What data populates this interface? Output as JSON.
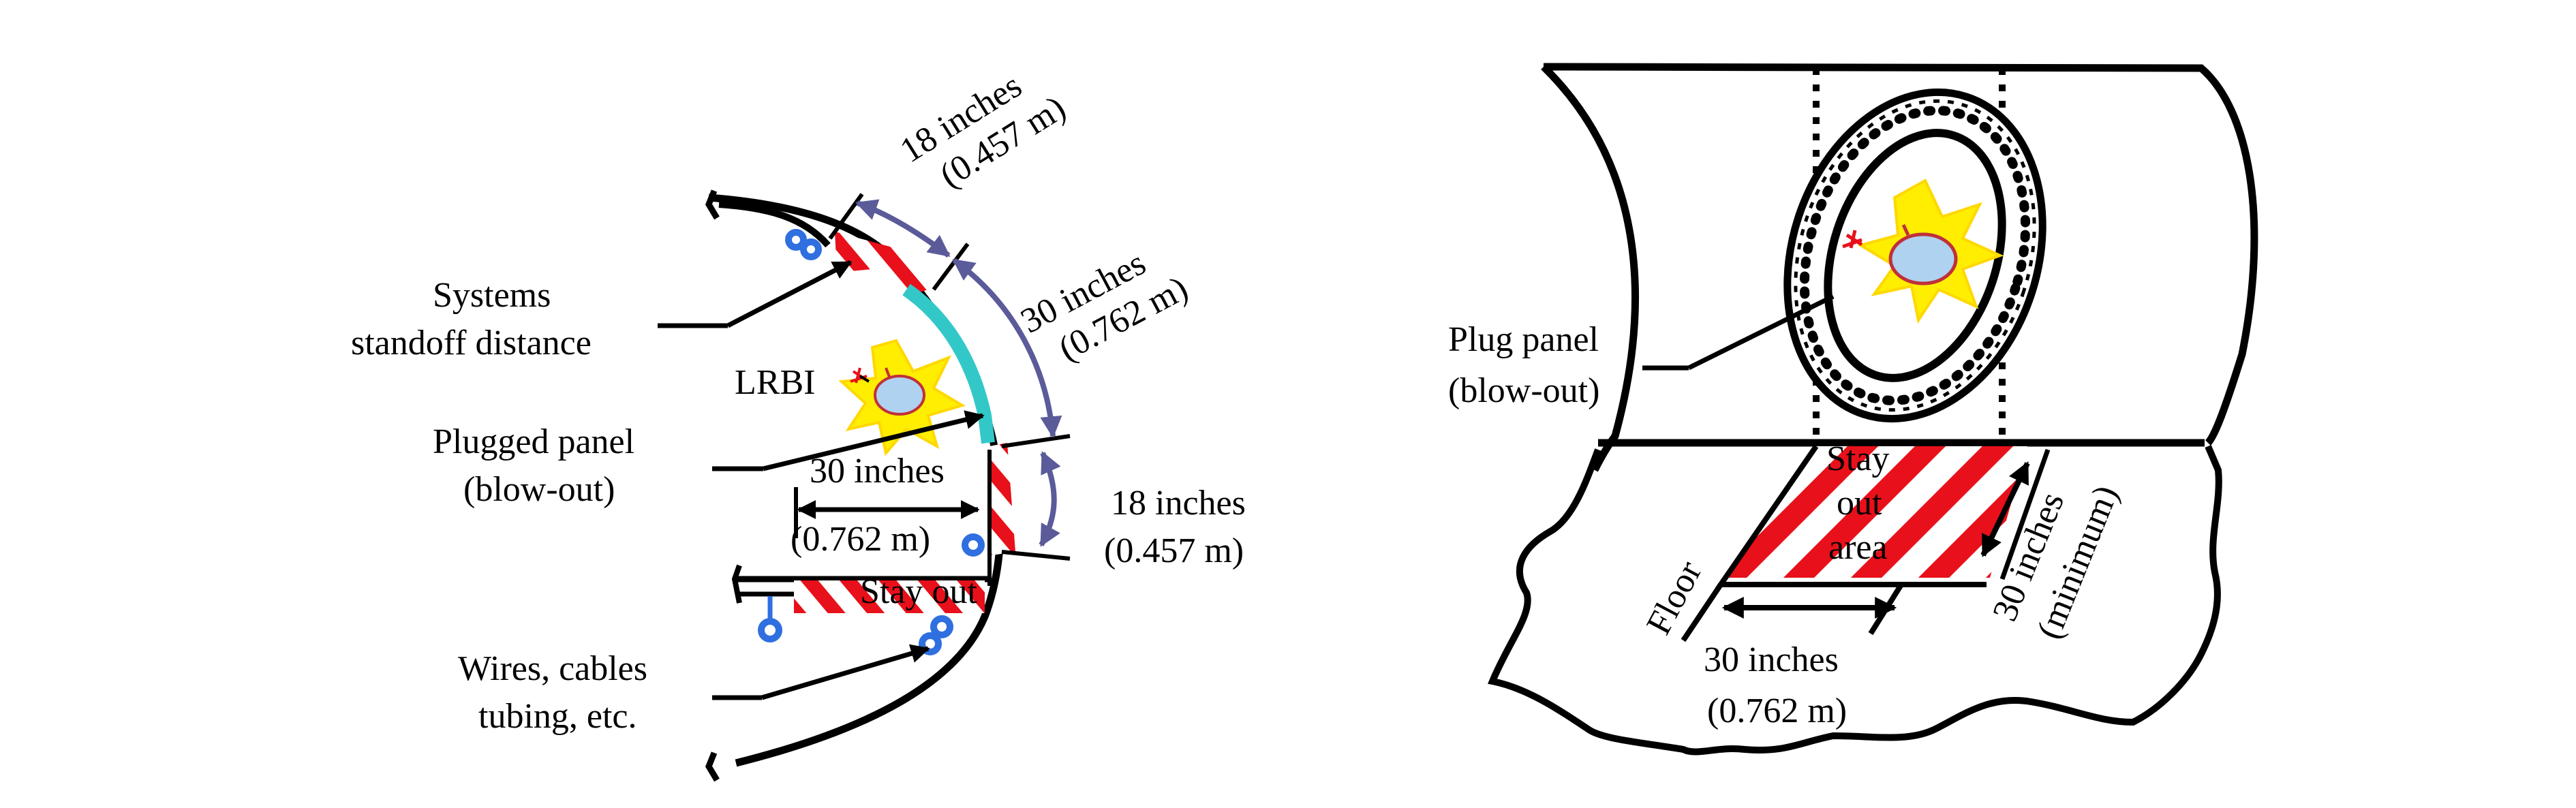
{
  "left_figure": {
    "label_18_top_line1": "18 inches",
    "label_18_top_line2": "(0.457 m)",
    "label_30_arc_line1": "30 inches",
    "label_30_arc_line2": "(0.762 m)",
    "label_18_right_line1": "18 inches",
    "label_18_right_line2": "(0.457 m)",
    "systems_line1": "Systems",
    "systems_line2": "standoff distance",
    "lrbi": "LRBI",
    "plugged_line1": "Plugged panel",
    "plugged_line2": "(blow-out)",
    "inner_30_line1": "30 inches",
    "inner_30_line2": "(0.762 m)",
    "stay_out": "Stay out",
    "wires_line1": "Wires, cables",
    "wires_line2": "tubing, etc."
  },
  "right_figure": {
    "plug_line1": "Plug panel",
    "plug_line2": "(blow-out)",
    "stay_line1": "Stay",
    "stay_line2": "out",
    "stay_line3": "area",
    "floor": "Floor",
    "bottom_line1": "30 inches",
    "bottom_line2": "(0.762 m)",
    "diag_line1": "30 inches",
    "diag_line2": "(minimum)"
  },
  "colors": {
    "stroke": "#000000",
    "arrow_blue": "#5b5b9a",
    "hatch_red": "#e8101a",
    "attach_blue": "#2f6fe0",
    "insulation_cyan": "#33c8c8",
    "burst_yellow": "#ffee00",
    "bomb_body": "#aed2f0"
  }
}
